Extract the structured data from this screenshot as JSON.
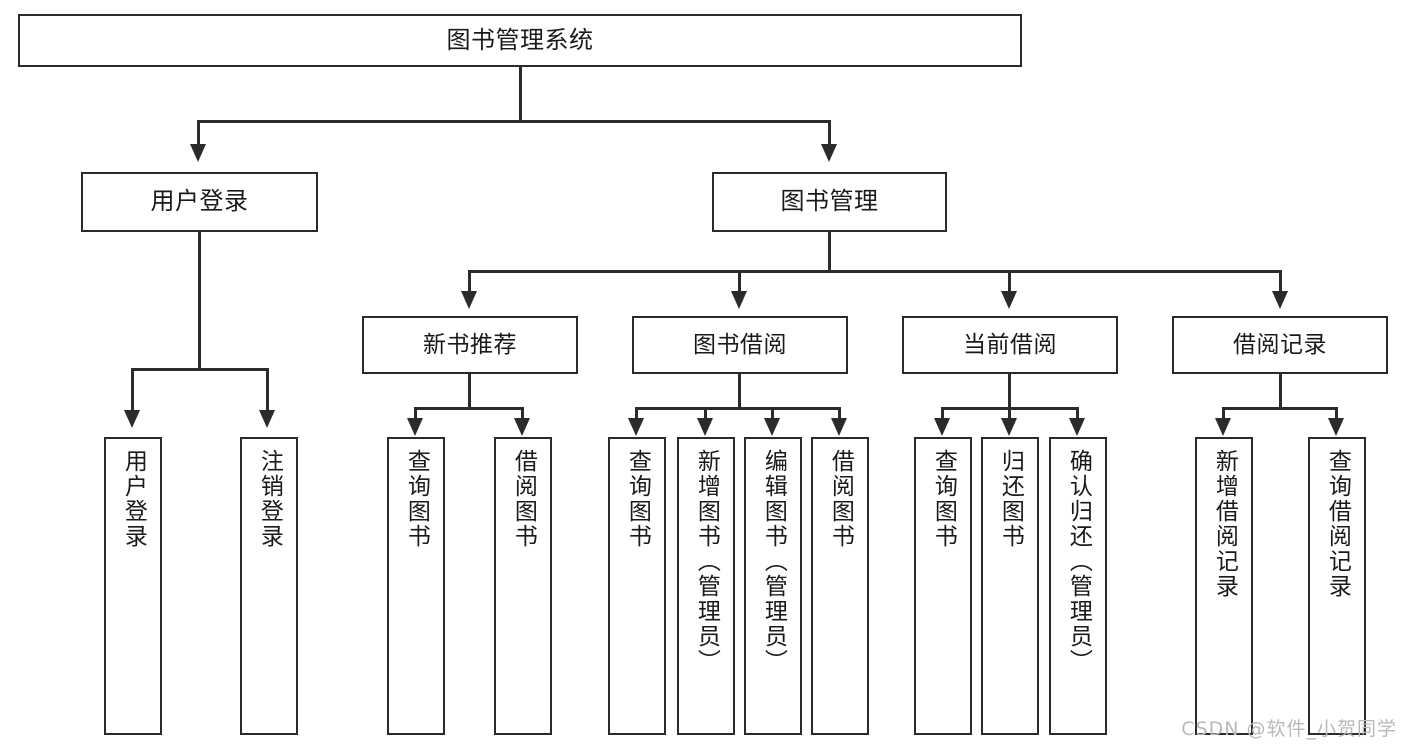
{
  "diagram": {
    "title": "图书管理系统",
    "type": "tree-hierarchy-chart",
    "background_color": "#ffffff",
    "line_color": "#2b2b2b",
    "box_fill": "#ffffff"
  },
  "root": {
    "label": "图书管理系统"
  },
  "level2": [
    {
      "label": "用户登录"
    },
    {
      "label": "图书管理"
    }
  ],
  "level3": [
    {
      "label": "新书推荐"
    },
    {
      "label": "图书借阅"
    },
    {
      "label": "当前借阅"
    },
    {
      "label": "借阅记录"
    }
  ],
  "leaves": {
    "user_login": [
      {
        "label": "用户登录"
      },
      {
        "label": "注销登录"
      }
    ],
    "new_book_recommend": [
      {
        "label": "查询图书"
      },
      {
        "label": "借阅图书"
      }
    ],
    "book_borrow": [
      {
        "label": "查询图书"
      },
      {
        "label": "新增图书（管理员）"
      },
      {
        "label": "编辑图书（管理员）"
      },
      {
        "label": "借阅图书"
      }
    ],
    "current_borrow": [
      {
        "label": "查询图书"
      },
      {
        "label": "归还图书"
      },
      {
        "label": "确认归还（管理员）"
      }
    ],
    "borrow_record": [
      {
        "label": "新增借阅记录"
      },
      {
        "label": "查询借阅记录"
      }
    ]
  },
  "watermark": {
    "text": "CSDN @软件_小贺同学"
  }
}
